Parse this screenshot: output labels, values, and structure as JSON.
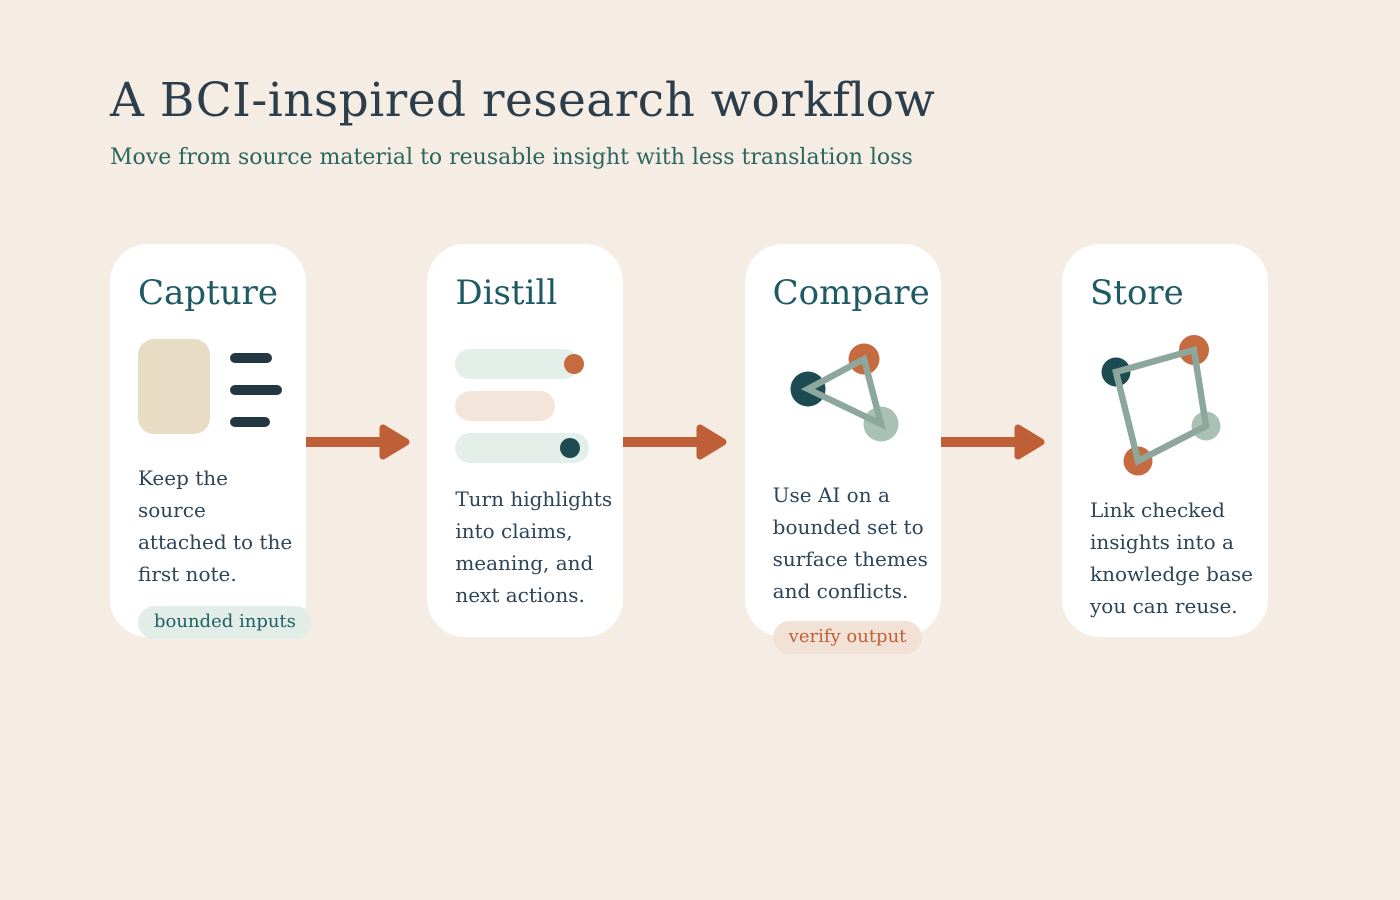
{
  "header": {
    "title": "A BCI-inspired research workflow",
    "subtitle": "Move from source material to reusable insight with less translation loss"
  },
  "cards": [
    {
      "title": "Capture",
      "description": "Keep the source attached to the first note.",
      "badge": "bounded inputs",
      "icon": "source-note-icon"
    },
    {
      "title": "Distill",
      "description": "Turn highlights into claims, meaning, and next actions.",
      "icon": "highlight-bars-icon"
    },
    {
      "title": "Compare",
      "description": "Use AI on a bounded set to surface themes and conflicts.",
      "badge": "verify output",
      "icon": "triangle-nodes-icon"
    },
    {
      "title": "Store",
      "description": "Link checked insights into a knowledge base you can reuse.",
      "icon": "linked-nodes-icon"
    }
  ],
  "flow": {
    "arrow_count": 3,
    "direction": "right"
  },
  "palette": {
    "background": "#f5ece3",
    "card_background": "#ffffff",
    "title_text": "#2d3e4b",
    "subtitle_text": "#2a665e",
    "card_title_text": "#1e5a64",
    "body_text": "#2e4457",
    "arrow": "#bf5f38",
    "orange_node": "#c66a3f",
    "dark_teal_node": "#1d4b52",
    "sage_node": "#a9c1b5",
    "sage_line": "#8da79d",
    "mint_bar": "#e5efea",
    "peach_bar": "#f4e5da",
    "beige_block": "#e9dcc4",
    "ink_lines": "#243843",
    "badge_mint_bg": "#e3ede8",
    "badge_mint_text": "#1d5f66",
    "badge_peach_bg": "#f2e2d6",
    "badge_peach_text": "#c05f37"
  }
}
